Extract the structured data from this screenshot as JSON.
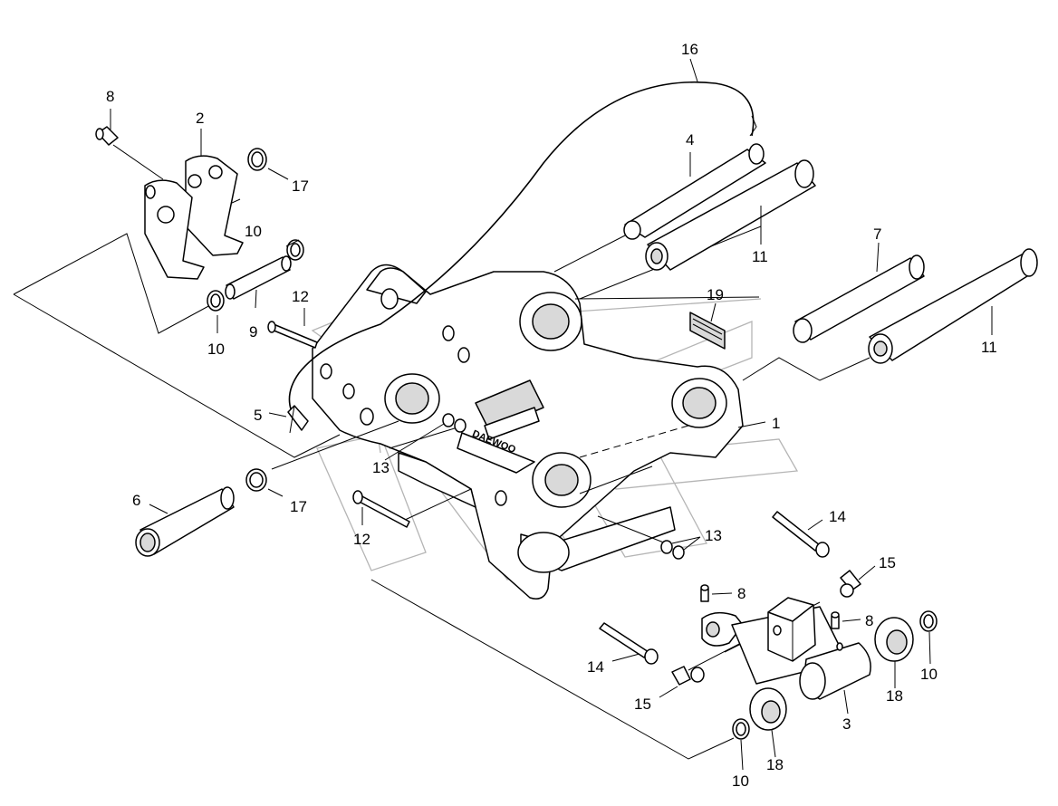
{
  "callouts": {
    "c1": "1",
    "c2": "2",
    "c3": "3",
    "c4": "4",
    "c5": "5",
    "c6": "6",
    "c7": "7",
    "c8a": "8",
    "c8b": "8",
    "c8c": "8",
    "c9": "9",
    "c10a": "10",
    "c10b": "10",
    "c10c": "10",
    "c10d": "10",
    "c11a": "11",
    "c11b": "11",
    "c12a": "12",
    "c12b": "12",
    "c13a": "13",
    "c13b": "13",
    "c14a": "14",
    "c14b": "14",
    "c15a": "15",
    "c15b": "15",
    "c16": "16",
    "c17a": "17",
    "c17b": "17",
    "c18a": "18",
    "c18b": "18",
    "c19": "19"
  },
  "logo": {
    "text": "DAEWOO"
  }
}
